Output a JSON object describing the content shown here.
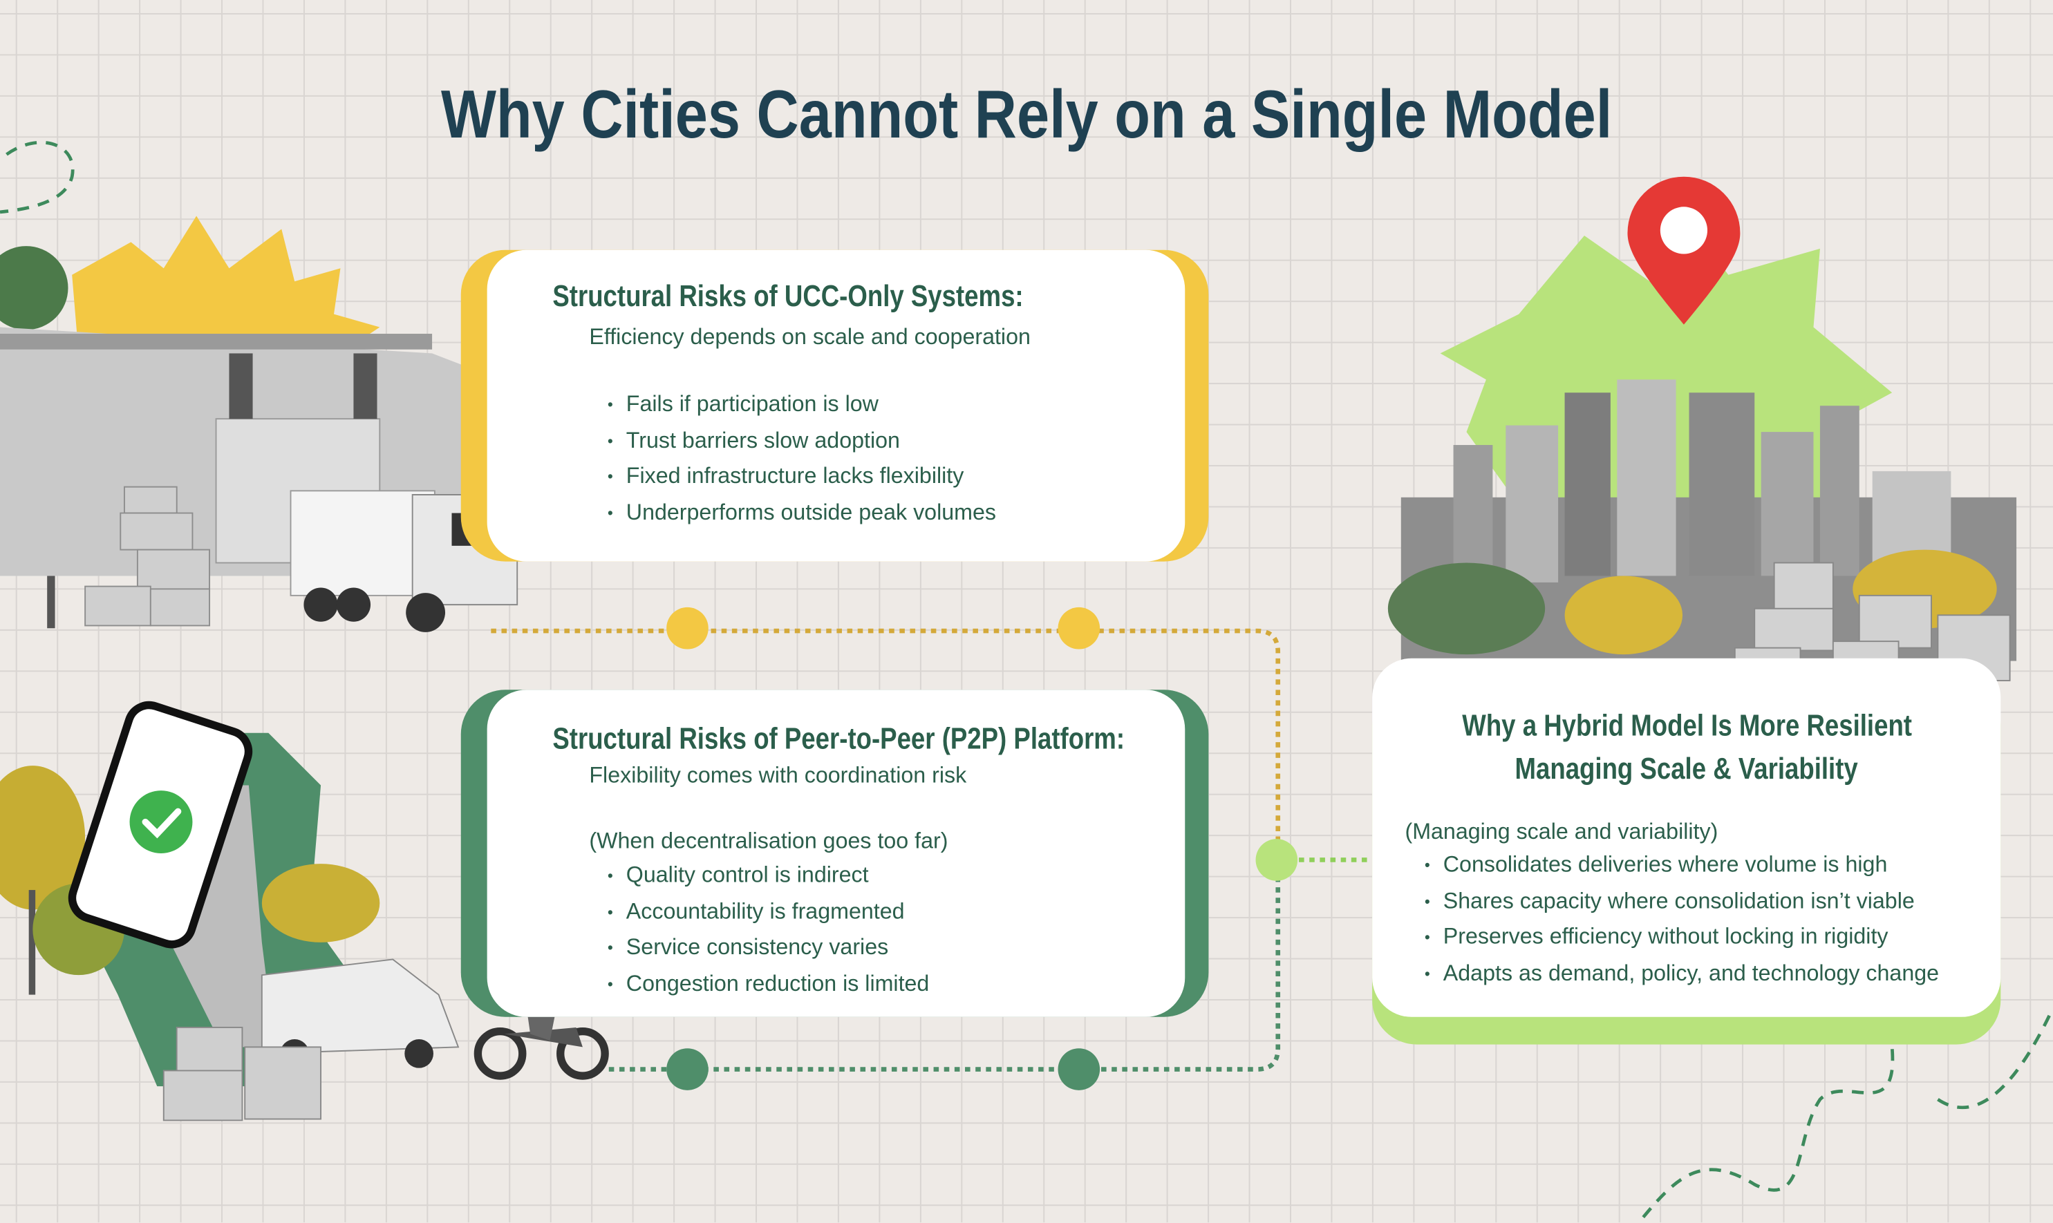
{
  "title": "Why Cities Cannot Rely on a Single Model",
  "colors": {
    "yellow": "#f3c843",
    "green": "#4f8e6a",
    "lime": "#b8e37c",
    "text": "#2b5e4b",
    "title": "#1f4152"
  },
  "ucc_card": {
    "heading": "Structural Risks of UCC-Only Systems:",
    "subtitle": "Efficiency depends on scale and cooperation",
    "bullets": [
      "Fails if participation is low",
      "Trust barriers slow adoption",
      "Fixed infrastructure lacks flexibility",
      "Underperforms outside peak volumes"
    ]
  },
  "p2p_card": {
    "heading": "Structural Risks of Peer-to-Peer (P2P) Platform:",
    "subtitle": "Flexibility comes with coordination risk",
    "note": "(When decentralisation goes too far)",
    "bullets": [
      "Quality control is indirect",
      "Accountability is fragmented",
      "Service consistency varies",
      "Congestion reduction is limited"
    ]
  },
  "hybrid_card": {
    "heading_line1": "Why a Hybrid Model Is More Resilient",
    "heading_line2": "Managing Scale & Variability",
    "note": "(Managing scale and variability)",
    "bullets": [
      "Consolidates deliveries where volume is high",
      "Shares capacity where consolidation isn’t viable",
      "Preserves efficiency without locking in rigidity",
      "Adapts as demand, policy, and technology change"
    ]
  }
}
